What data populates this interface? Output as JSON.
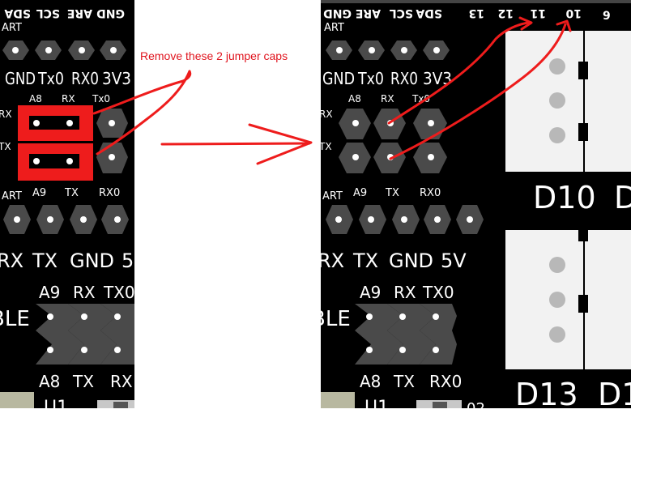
{
  "colors": {
    "board": "#000000",
    "pin": "#4a4a4a",
    "pin_hole": "#ffffff",
    "jumper": "#ee1c1c",
    "annotation": "#e0141e",
    "connector": "#f2f2f2",
    "connector_pin": "#b8b8b8",
    "component": "#b8b8a0"
  },
  "annotation": {
    "text": "Remove these 2 jumper caps"
  },
  "left": {
    "top_header": [
      "GND",
      "ARE",
      "SCL",
      "SDA"
    ],
    "art_top": "ART",
    "row_labels": [
      "GND",
      "Tx0",
      "RX0",
      "3V3"
    ],
    "grid_top": [
      "A8",
      "RX",
      "Tx0"
    ],
    "side_labels": [
      "RX",
      "TX"
    ],
    "grid_bottom": [
      "A9",
      "TX",
      "RX0"
    ],
    "art_bottom": "ART",
    "bottom_row": [
      "RX",
      "TX",
      "GND",
      "5"
    ],
    "ble": "BLE",
    "cross_top": [
      "A9",
      "RX",
      "TX0"
    ],
    "cross_bottom": [
      "A8",
      "TX",
      "RX"
    ],
    "u1": "U1"
  },
  "right": {
    "top_header": [
      "GND",
      "ARE",
      "SCL",
      "SDA",
      "13",
      "12",
      "11",
      "10",
      "9"
    ],
    "art_top": "ART",
    "row_labels": [
      "GND",
      "Tx0",
      "RX0",
      "3V3"
    ],
    "grid_top": [
      "A8",
      "RX",
      "Tx0"
    ],
    "side_labels": [
      "RX",
      "TX"
    ],
    "grid_bottom": [
      "A9",
      "TX",
      "RX0"
    ],
    "art_bottom": "ART",
    "bottom_row": [
      "RX",
      "TX",
      "GND",
      "5V"
    ],
    "ble": "BLE",
    "cross_top": [
      "A9",
      "RX",
      "TX0"
    ],
    "cross_bottom": [
      "A8",
      "TX",
      "RX0"
    ],
    "u1": "U1",
    "d_labels": [
      "D10",
      "D",
      "D13",
      "D1"
    ],
    "part_label": "02"
  }
}
